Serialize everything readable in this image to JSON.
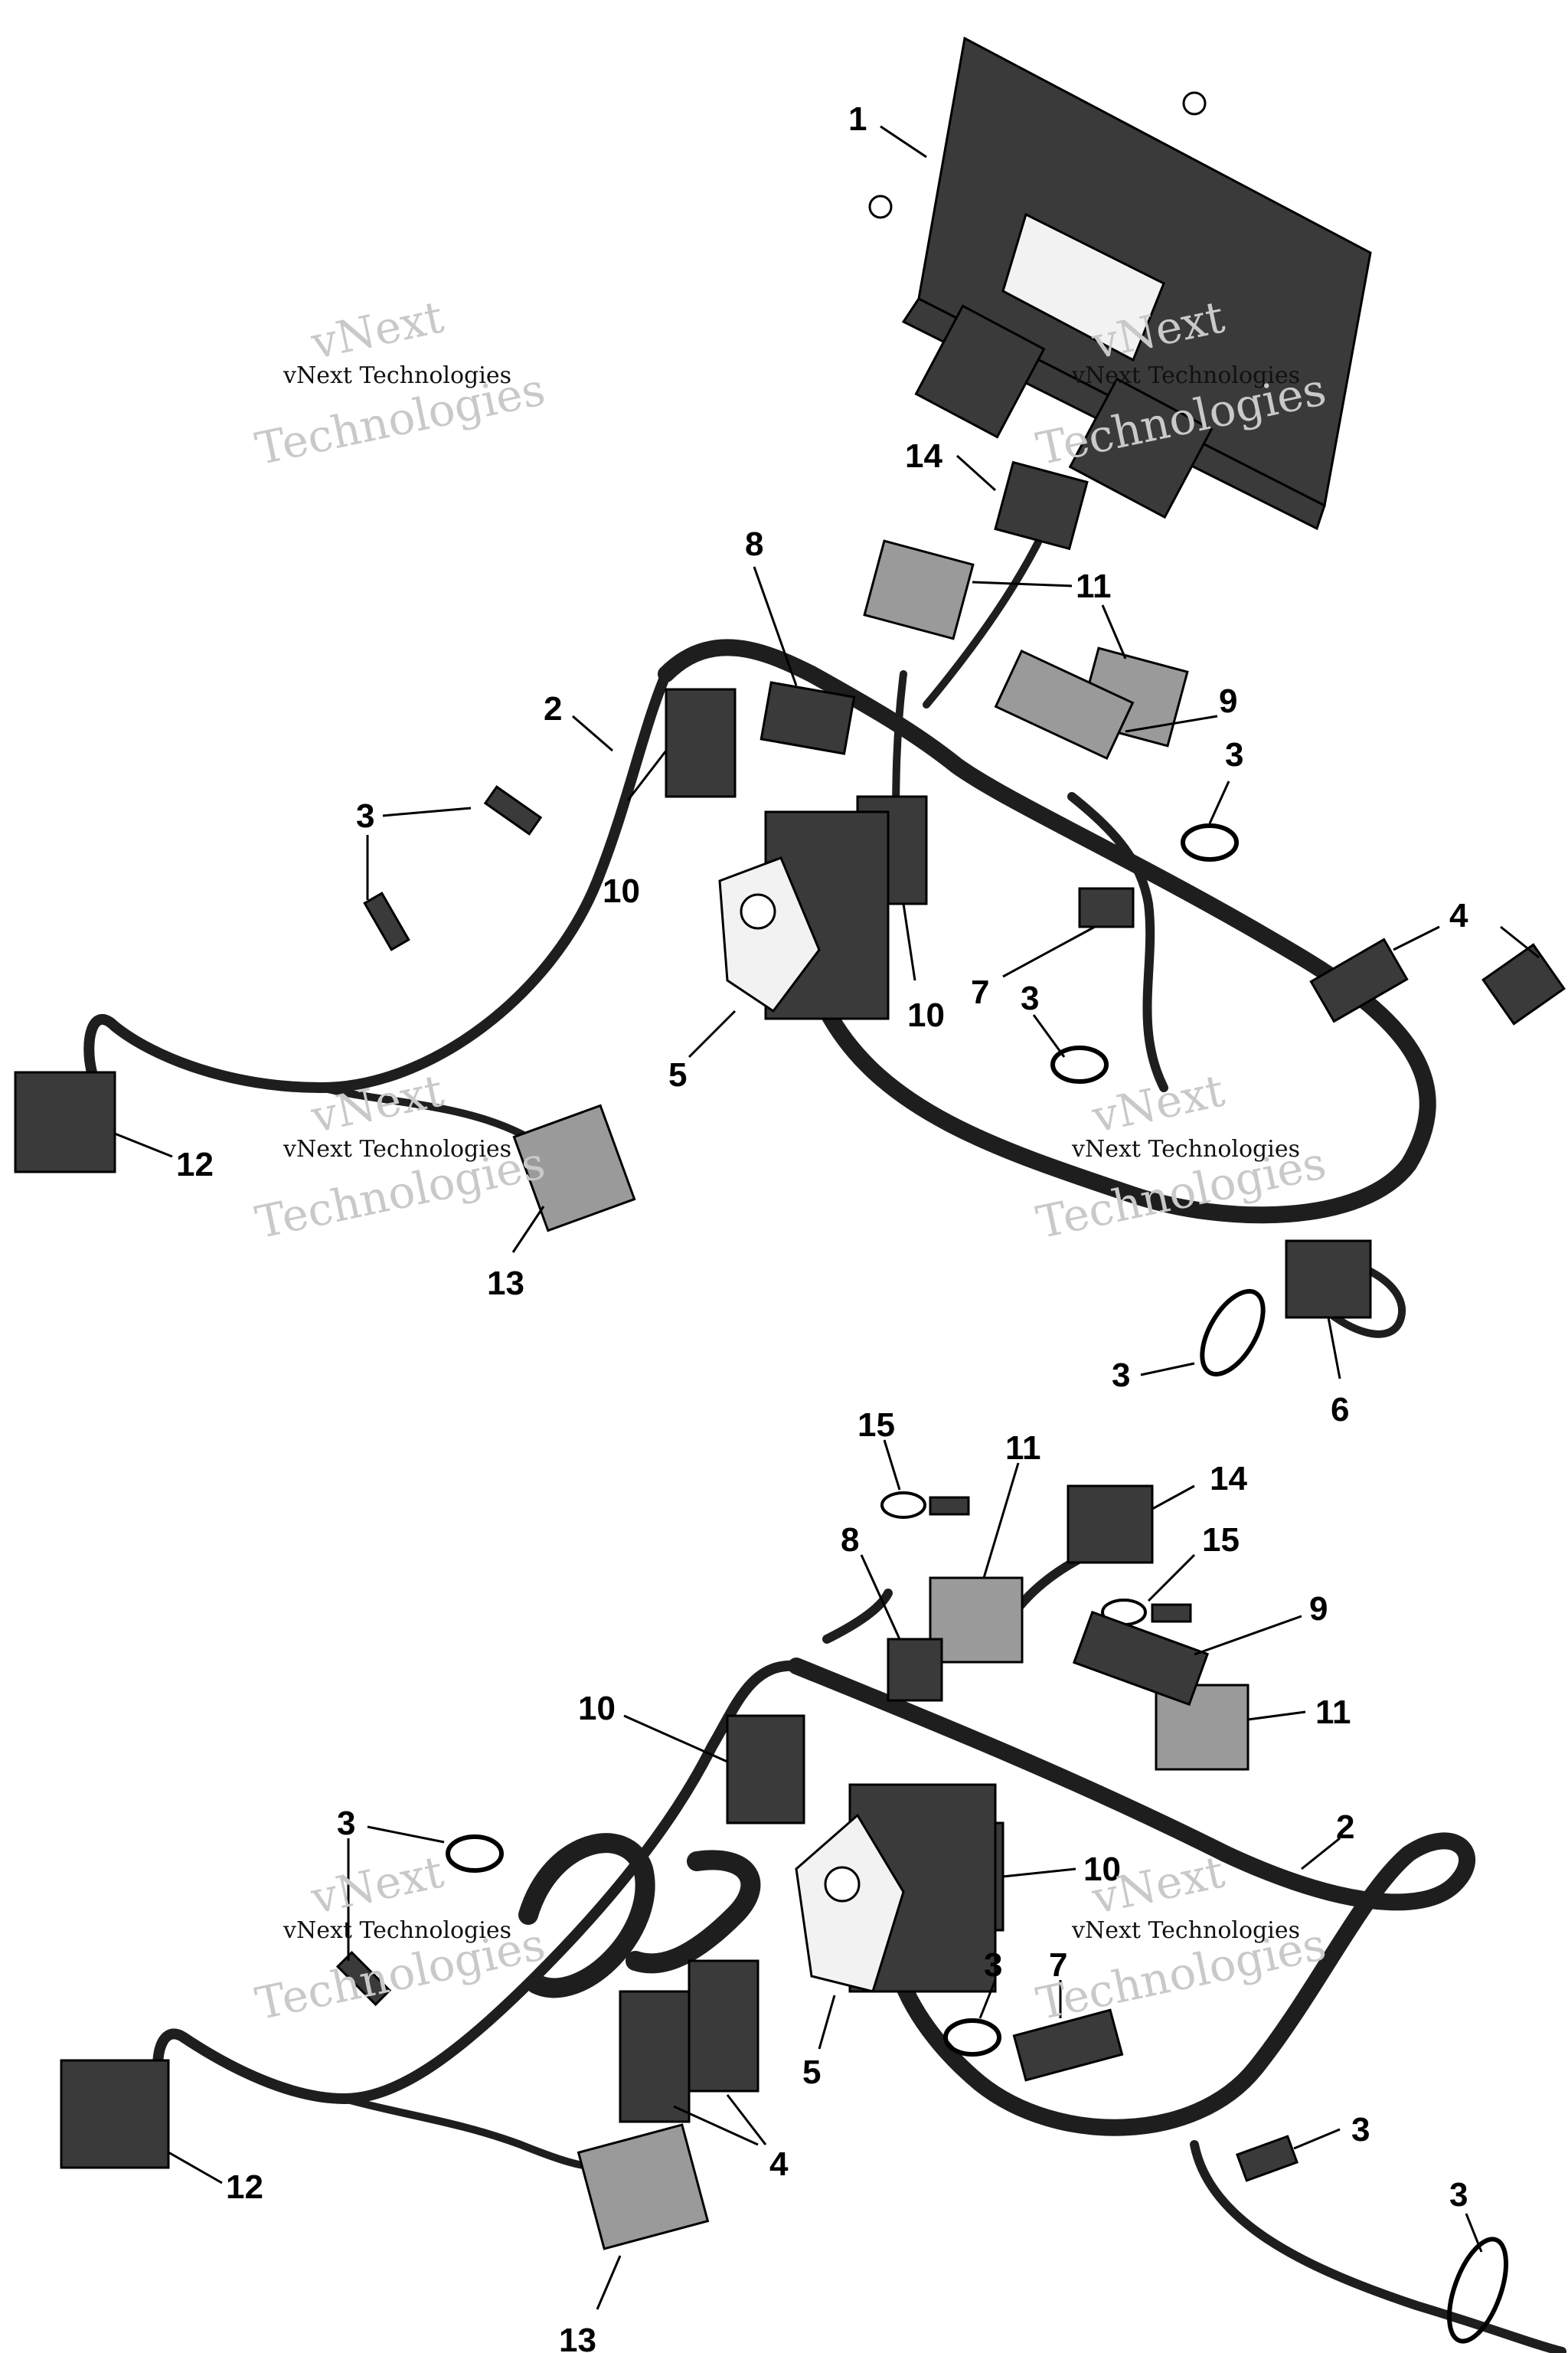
{
  "callouts": {
    "top": {
      "c1": "1",
      "c2": "2",
      "c3a": "3",
      "c3b": "3",
      "c3c": "3",
      "c3d": "3",
      "c4": "4",
      "c5": "5",
      "c6": "6",
      "c7": "7",
      "c8": "8",
      "c9": "9",
      "c10a": "10",
      "c10b": "10",
      "c11": "11",
      "c12": "12",
      "c13": "13",
      "c14": "14"
    },
    "bottom": {
      "c15a": "15",
      "c11a": "11",
      "c14": "14",
      "c8": "8",
      "c15b": "15",
      "c9": "9",
      "c10a": "10",
      "c11b": "11",
      "c2": "2",
      "c3a": "3",
      "c10b": "10",
      "c3b": "3",
      "c7": "7",
      "c5": "5",
      "c4": "4",
      "c3c": "3",
      "c3d": "3",
      "c12": "12",
      "c13": "13"
    }
  },
  "watermarks": {
    "brand_line1": "vNext",
    "brand_line2": "Technologies",
    "small": "vNext Technologies"
  },
  "colors": {
    "harness": "#1e1e1e",
    "part": "#3a3a3a",
    "watermark": "#c9c9c9"
  }
}
